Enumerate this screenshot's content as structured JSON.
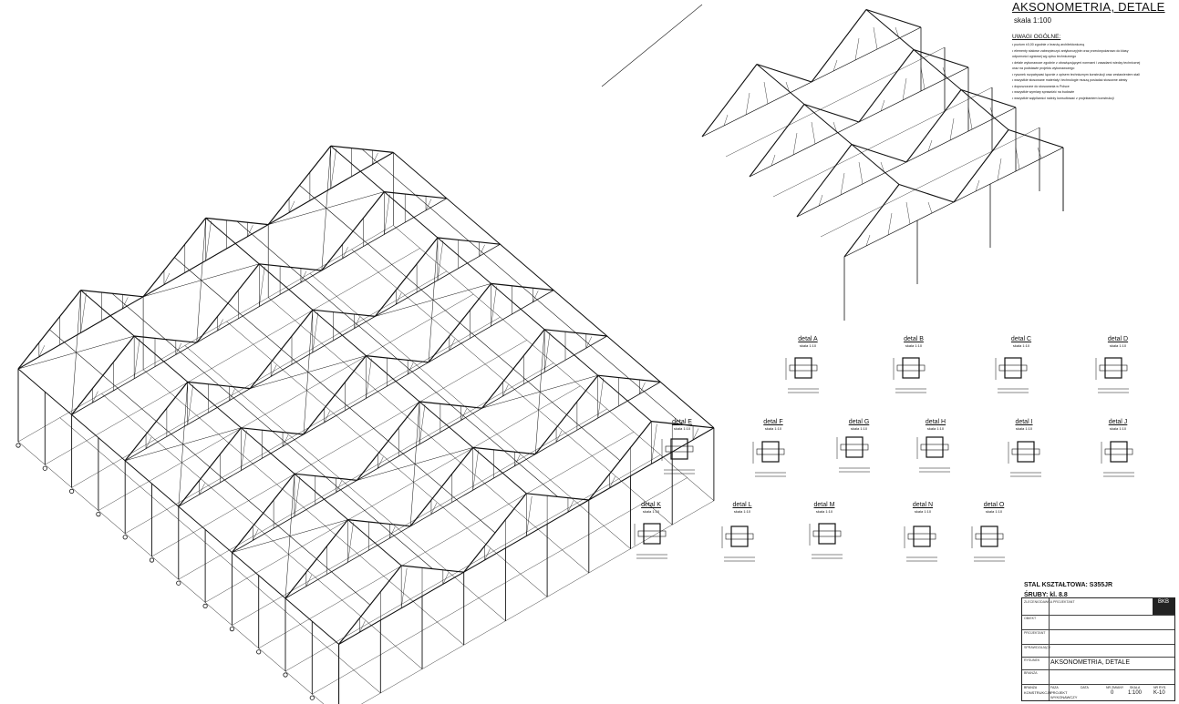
{
  "sheet": {
    "title": "AKSONOMETRIA, DETALE",
    "scale": "skala 1:100",
    "notes_heading": "UWAGI OGÓLNE:",
    "notes": [
      "• poziom ±0,00 zgodnie z branżą architektoniczną",
      "• elementy stalowe zabezpieczyć antykorozyjnie oraz przeciwpożarowo do klasy",
      "  odporności ogniowej wg opisu technicznego",
      "• detale wykonawcze zgodnie z obowiązującymi normami i zasadami wiedzy technicznej",
      "  oraz na podstawie projektu wykonawczego",
      "• rysunek rozpatrywać łącznie z opisem technicznym konstrukcji oraz zestawieniem stali",
      "• wszystkie stosowane materiały i technologie muszą posiadać stosowne atesty",
      "• dopuszczone do stosowania w Polsce",
      "• wszystkie wymiary sprawdzić na budowie",
      "• wszystkie wątpliwości należy konsultować z projektantem konstrukcji"
    ]
  },
  "details": [
    {
      "name": "detal A",
      "scale": "skala 1:10"
    },
    {
      "name": "detal B",
      "scale": "skala 1:10"
    },
    {
      "name": "detal C",
      "scale": "skala 1:10"
    },
    {
      "name": "detal D",
      "scale": "skala 1:10"
    },
    {
      "name": "detal E",
      "scale": "skala 1:10"
    },
    {
      "name": "detal F",
      "scale": "skala 1:10"
    },
    {
      "name": "detal G",
      "scale": "skala 1:10"
    },
    {
      "name": "detal H",
      "scale": "skala 1:10"
    },
    {
      "name": "detal I",
      "scale": "skala 1:10"
    },
    {
      "name": "detal J",
      "scale": "skala 1:10"
    },
    {
      "name": "detal K",
      "scale": "skala 1:10"
    },
    {
      "name": "detal L",
      "scale": "skala 1:10"
    },
    {
      "name": "detal M",
      "scale": "skala 1:10"
    },
    {
      "name": "detal N",
      "scale": "skala 1:10"
    },
    {
      "name": "detal O",
      "scale": "skala 1:10"
    }
  ],
  "material": {
    "steel": "STAL KSZTAŁTOWA: S355JR",
    "bolts": "ŚRUBY: kl. 8.8"
  },
  "stamp": {
    "logo": "BKB",
    "labels": [
      "ZLECENIODAWCA PROJEKTANT",
      "OBIEKT",
      "PROJEKTANT",
      "SPRAWDZAJĄCY",
      "RYSUNEK",
      "BRANŻA"
    ],
    "sheet_title": "AKSONOMETRIA, DETALE",
    "branch": "KONSTRUKCJA",
    "stage": "PROJEKT WYKONAWCZY",
    "revision": "0",
    "scale": "1:100",
    "sheet_no": "K-10",
    "foot_labels": [
      "BRANŻA",
      "FAZA",
      "DATA",
      "NR ZMIANY",
      "SKALA",
      "NR RYS."
    ]
  }
}
